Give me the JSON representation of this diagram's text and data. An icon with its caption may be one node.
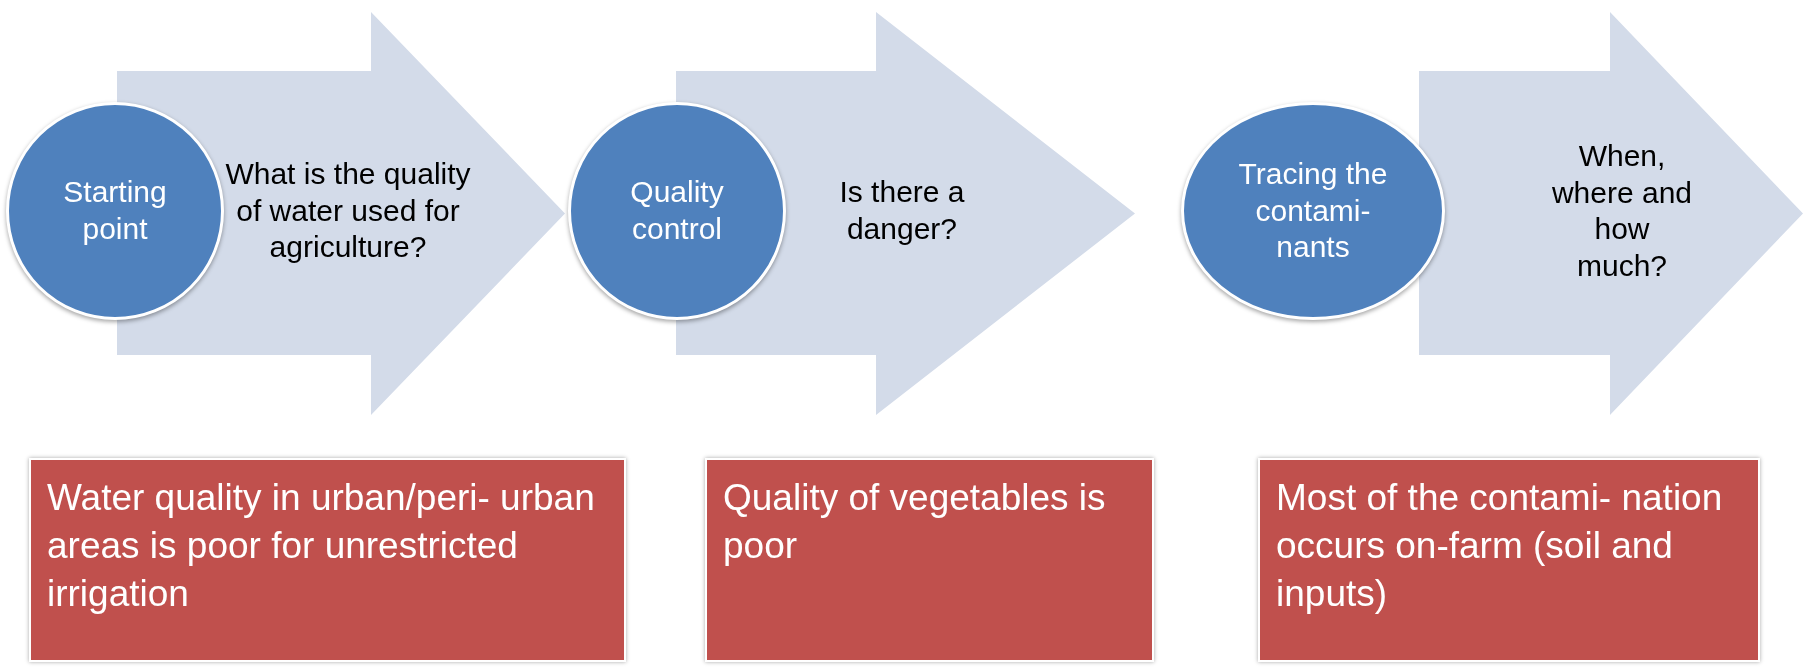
{
  "diagram": {
    "nodes": [
      {
        "text": [
          "Starting point"
        ]
      },
      {
        "text": [
          "What is the quality of water used for agriculture?"
        ]
      },
      {
        "text": [
          "Quality control"
        ]
      },
      {
        "text": [
          "Is there a danger?"
        ]
      },
      {
        "text": [
          "Tracing the contami- nants"
        ]
      },
      {
        "text": [
          "When, where and how much?"
        ]
      },
      {
        "text": [
          "Water quality in urban/peri- urban areas is poor for unrestricted irrigation"
        ]
      },
      {
        "text": [
          "Quality of vegetables is poor"
        ]
      },
      {
        "text": [
          "Most of the contami- nation occurs on-farm (soil and inputs)"
        ]
      }
    ]
  }
}
